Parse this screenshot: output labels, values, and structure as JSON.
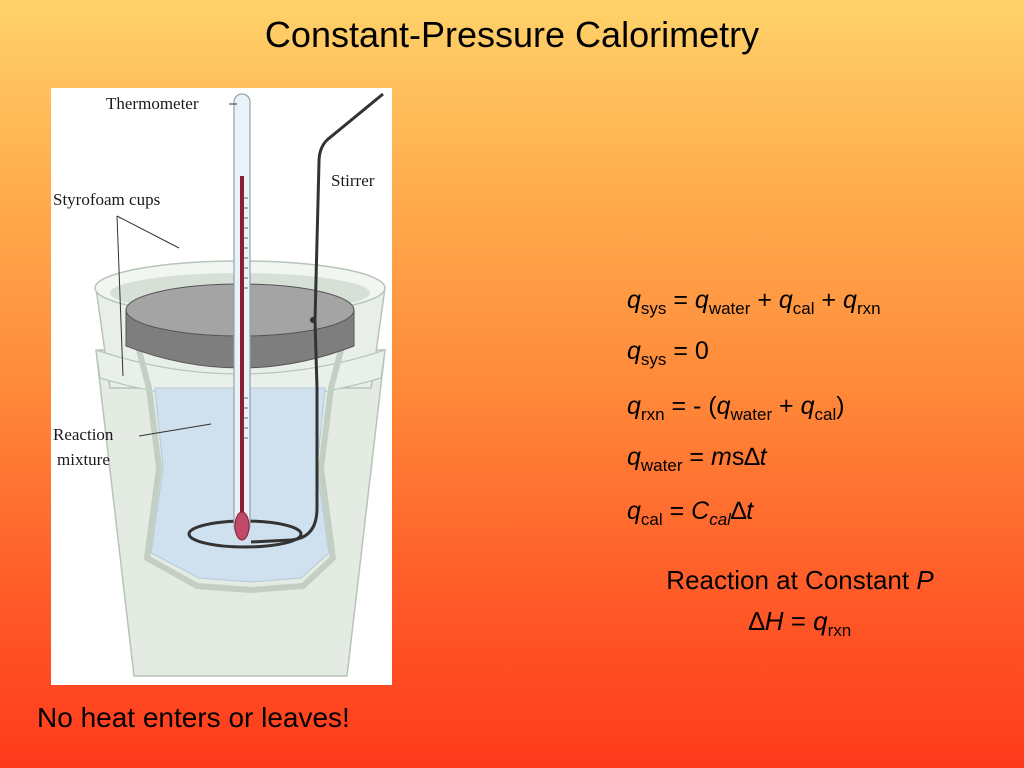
{
  "slide": {
    "title": "Constant-Pressure Calorimetry",
    "footer": "No heat enters or leaves!"
  },
  "figure": {
    "labels": {
      "thermometer": "Thermometer",
      "stirrer": "Stirrer",
      "styrofoam_cups": "Styrofoam cups",
      "reaction_line1": "Reaction",
      "reaction_line2": "mixture"
    }
  },
  "equations": {
    "e1": {
      "q": "q",
      "sub_sys": "sys",
      "eq": " = ",
      "q2": "q",
      "sub_water": "water",
      "plus1": " + ",
      "q3": "q",
      "sub_cal": "cal",
      "plus2": " + ",
      "q4": "q",
      "sub_rxn": "rxn"
    },
    "e2": {
      "q": "q",
      "sub": "sys",
      "rest": " = 0"
    },
    "e3": {
      "q": "q",
      "sub": "rxn",
      "mid": " = - (",
      "q2": "q",
      "sub_water": "water",
      "plus": " + ",
      "q3": "q",
      "sub_cal": "cal",
      "close": ")"
    },
    "e4": {
      "q": "q",
      "sub": "water",
      "eq": " = ",
      "m": "m",
      "s": "s",
      "delta": "∆",
      "t": "t"
    },
    "e5": {
      "q": "q",
      "sub": "cal",
      "eq": " = ",
      "C": "C",
      "sub_cal": "cal",
      "delta": "∆",
      "t": "t"
    }
  },
  "constant_p": {
    "line1_text": "Reaction at Constant ",
    "line1_var": "P",
    "delta": "∆",
    "H": "H",
    "eq": " = ",
    "q": "q",
    "sub": "rxn"
  }
}
